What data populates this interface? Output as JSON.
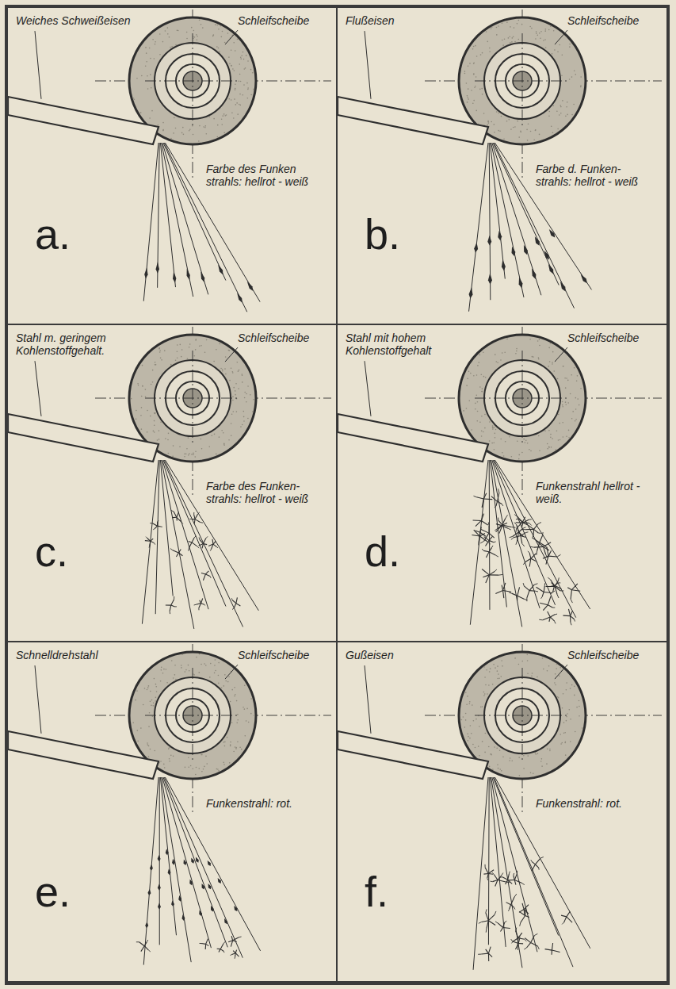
{
  "diagram": {
    "nodes": [
      {
        "text": [
          "Weiches Schweißeisen",
          "Schleifscheibe",
          "Farbe des Funken strahls: hellrot - weiß",
          "a."
        ]
      },
      {
        "text": [
          "Flußeisen",
          "Schleifscheibe",
          "Farbe d. Funken- strahls: hellrot - weiß",
          "b."
        ]
      },
      {
        "text": [
          "Stahl m. geringem Kohlenstoffgehalt.",
          "Schleifscheibe",
          "Farbe des Funken- strahls: hellrot - weiß",
          "c."
        ]
      },
      {
        "text": [
          "Stahl mit hohem Kohlenstoffgehalt",
          "Schleifscheibe",
          "Funkenstrahl hellrot - weiß.",
          "d."
        ]
      },
      {
        "text": [
          "Schnelldrehstahl",
          "Schleifscheibe",
          "Funkenstrahl: rot.",
          "e."
        ]
      },
      {
        "text": [
          "Gußeisen",
          "Schleifscheibe",
          "Funkenstrahl: rot.",
          "f."
        ]
      }
    ]
  }
}
